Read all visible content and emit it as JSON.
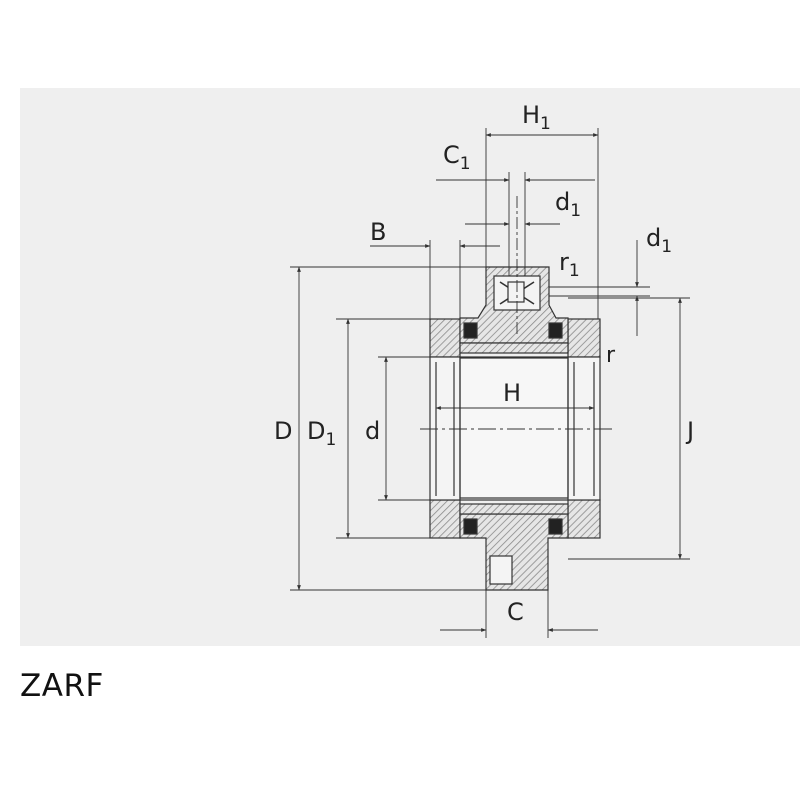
{
  "caption": "ZARF",
  "colors": {
    "panel_background": "#efefef",
    "line": "#333333",
    "hatch": "#888888",
    "text": "#222222"
  },
  "dimensions": {
    "H1": {
      "main": "H",
      "sub": "1"
    },
    "C1": {
      "main": "C",
      "sub": "1"
    },
    "d1_top": {
      "main": "d",
      "sub": "1"
    },
    "d1_side": {
      "main": "d",
      "sub": "1"
    },
    "B": {
      "main": "B"
    },
    "r1": {
      "main": "r",
      "sub": "1"
    },
    "r": {
      "main": "r"
    },
    "H": {
      "main": "H"
    },
    "D": {
      "main": "D"
    },
    "D1": {
      "main": "D",
      "sub": "1"
    },
    "d": {
      "main": "d"
    },
    "J": {
      "main": "J"
    },
    "C": {
      "main": "C"
    }
  }
}
